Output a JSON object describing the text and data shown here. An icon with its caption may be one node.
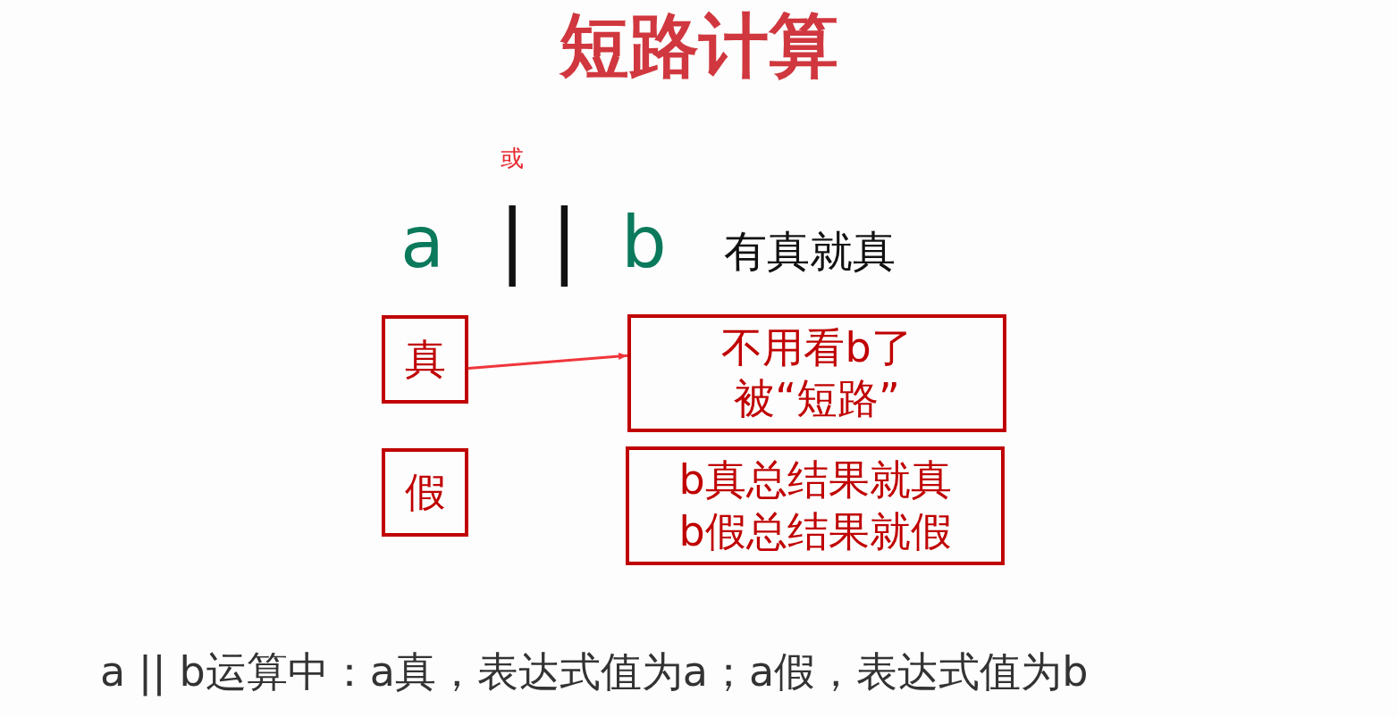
{
  "diagram": {
    "title": "短路计算",
    "nodes": [
      {
        "text": [
          "真"
        ]
      },
      {
        "text": [
          "不用看b了",
          "被“短路”"
        ]
      },
      {
        "text": [
          "假"
        ]
      },
      {
        "text": [
          "b真总结果就真",
          "b假总结果就假"
        ]
      }
    ],
    "edges": [
      {
        "from": 0,
        "to": 1,
        "arrow": "to",
        "color": "#f0363c"
      }
    ],
    "labels": [
      "或",
      "a",
      "||",
      "b",
      "有真就真",
      "a || b运算中：a真，表达式值为a；a假，表达式值为b"
    ]
  }
}
